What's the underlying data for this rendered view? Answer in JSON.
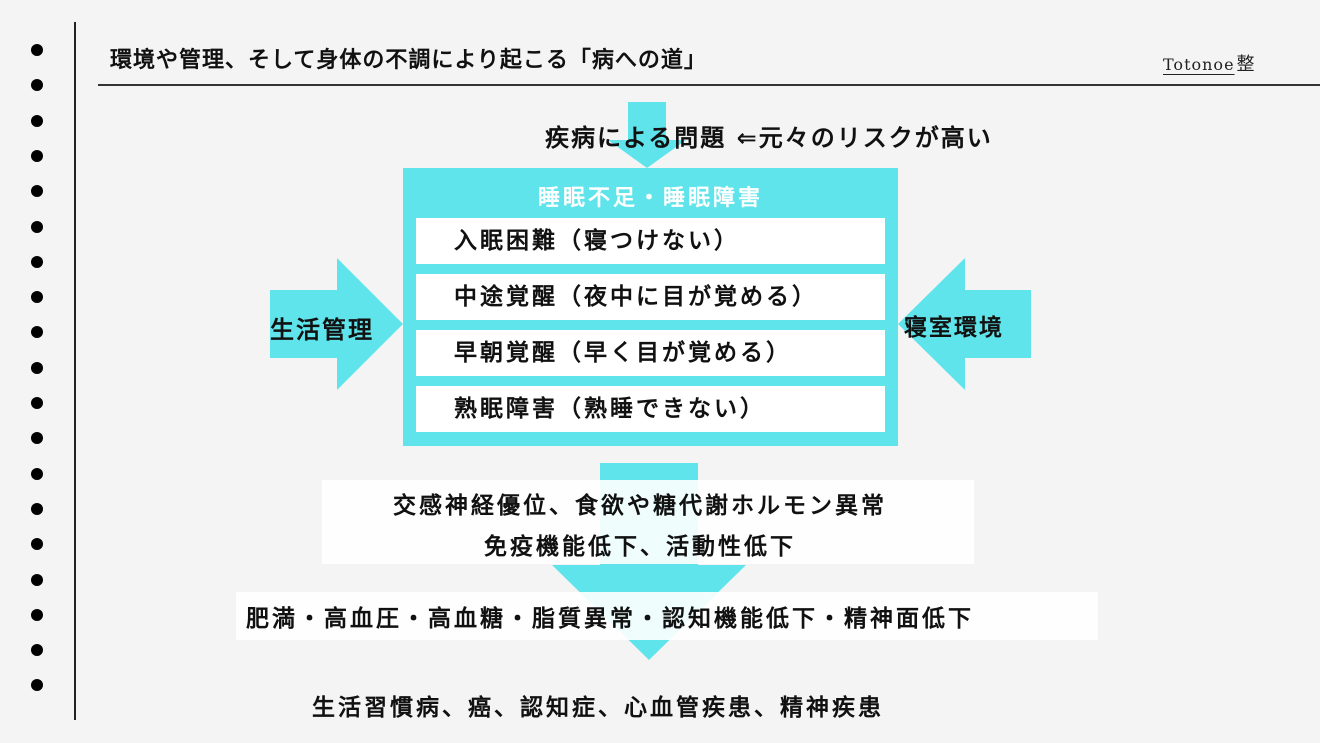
{
  "header": {
    "title": "環境や管理、そして身体の不調により起こる「病への道」",
    "brand_text": "Totonoe",
    "brand_kanji": "整"
  },
  "diagram": {
    "top_label": "疾病による問題 ⇐元々のリスクが高い",
    "left_label": "生活管理",
    "right_label": "寝室環境",
    "box_title": "睡眠不足・睡眠障害",
    "items": [
      "入眠困難（寝つけない）",
      "中途覚醒（夜中に目が覚める）",
      "早朝覚醒（早く目が覚める）",
      "熟眠障害（熟睡できない）"
    ],
    "mid_line1": "交感神経優位、食欲や糖代謝ホルモン異常",
    "mid_line2": "免疫機能低下、活動性低下",
    "result_line": "肥満・高血圧・高血糖・脂質異常・認知機能低下・精神面低下",
    "final_line": "生活習慣病、癌、認知症、心血管疾患、精神疾患"
  },
  "colors": {
    "accent": "#5ee4ea",
    "background": "#f4f4f4",
    "text": "#111111"
  }
}
